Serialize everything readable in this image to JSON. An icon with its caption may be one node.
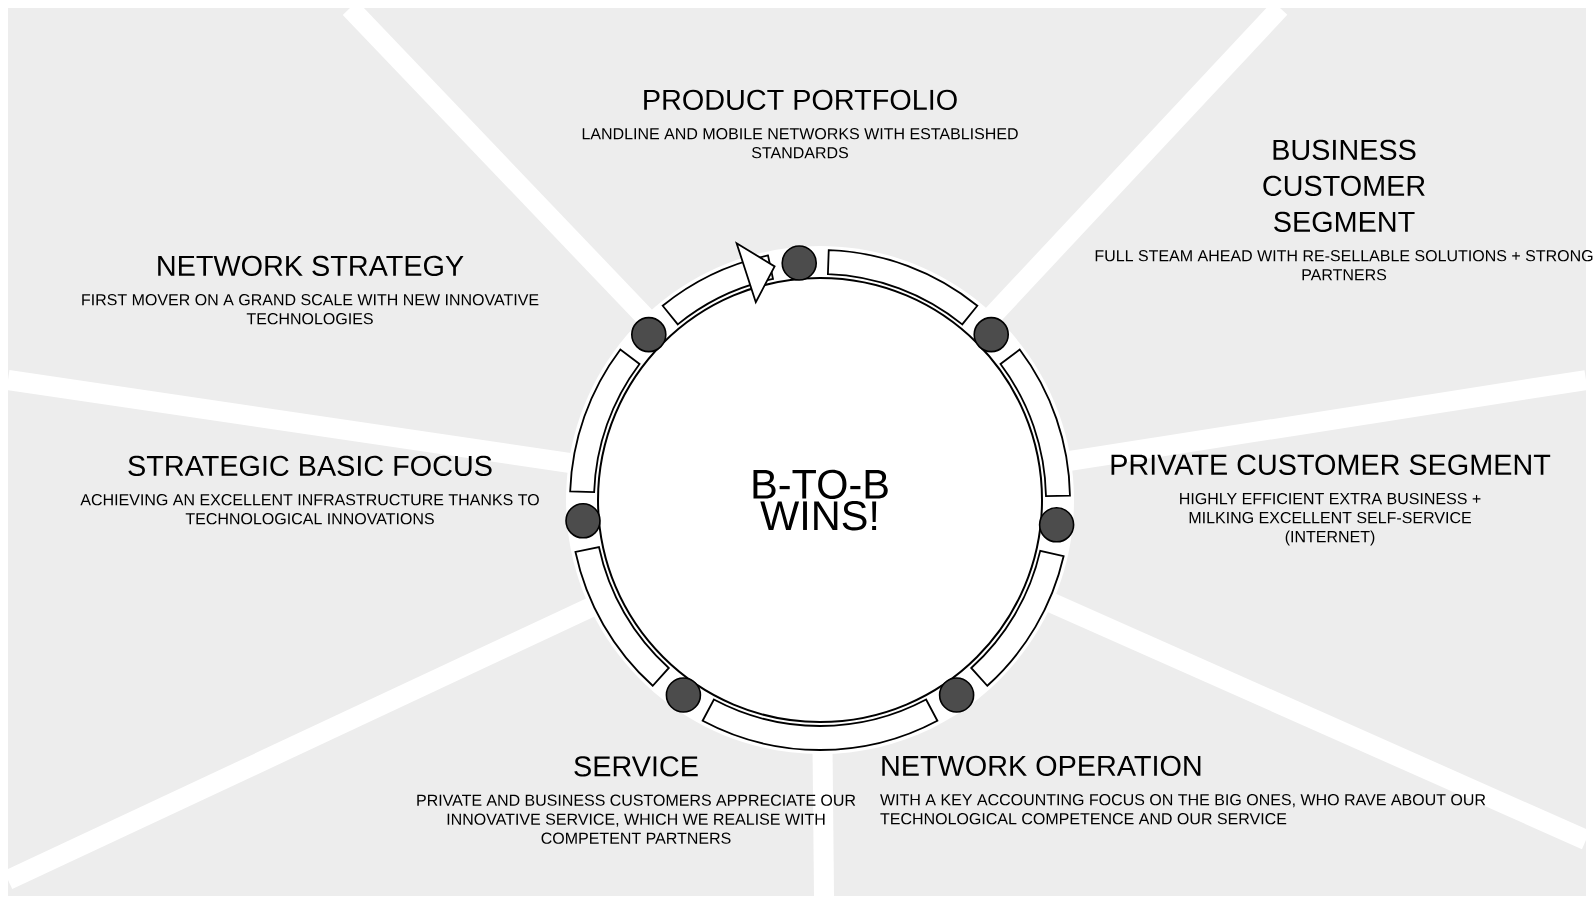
{
  "diagram": {
    "nodes": [
      {
        "text": [
          "PRODUCT PORTFOLIO",
          "LANDLINE AND MOBILE NETWORKS WITH ESTABLISHED STANDARDS"
        ]
      },
      {
        "text": [
          "BUSINESS CUSTOMER SEGMENT",
          "FULL STEAM AHEAD WITH RE-SELLABLE SOLUTIONS + STRONG PARTNERS"
        ]
      },
      {
        "text": [
          "NETWORK STRATEGY",
          "FIRST MOVER ON A GRAND SCALE WITH NEW INNOVATIVE TECHNOLOGIES"
        ]
      },
      {
        "text": [
          "B-TO-B WINS!"
        ]
      },
      {
        "text": [
          "STRATEGIC BASIC FOCUS",
          "ACHIEVING AN EXCELLENT INFRASTRUCTURE THANKS TO TECHNOLOGICAL INNOVATIONS"
        ]
      },
      {
        "text": [
          "PRIVATE CUSTOMER SEGMENT",
          "HIGHLY EFFICIENT EXTRA BUSINESS + MILKING EXCELLENT SELF-SERVICE (INTERNET)"
        ]
      },
      {
        "text": [
          "NETWORK OPERATION",
          "WITH A KEY ACCOUNTING FOCUS ON THE BIG ONES, WHO RAVE ABOUT OUR TECHNOLOGICAL COMPETENCE AND OUR SERVICE"
        ]
      },
      {
        "text": [
          "SERVICE",
          "PRIVATE AND BUSINESS CUSTOMERS APPRECIATE OUR INNOVATIVE SERVICE, WHICH WE REALISE WITH COMPETENT PARTNERS"
        ]
      }
    ]
  }
}
